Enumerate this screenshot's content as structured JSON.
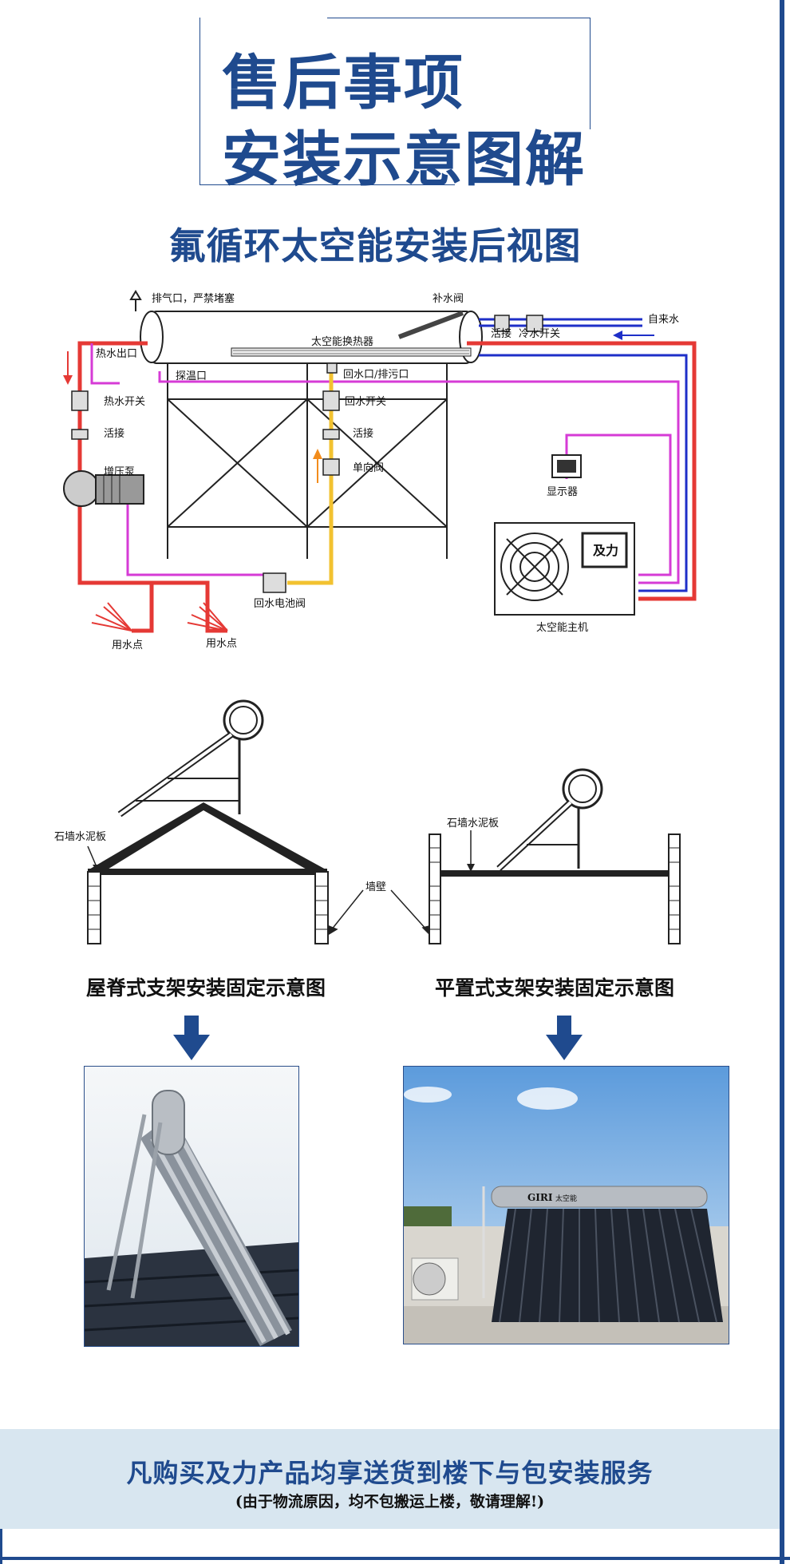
{
  "header": {
    "title_line1": "售后事项",
    "title_line2": "安装示意图解",
    "subtitle": "氟循环太空能安装后视图"
  },
  "diagram_labels": {
    "vent": "排气口，严禁堵塞",
    "hot_outlet": "热水出口",
    "temp_probe": "探温口",
    "hot_switch": "热水开关",
    "union1": "活接",
    "booster_pump": "增压泵",
    "exchanger": "太空能换热器",
    "return_drain": "回水口/排污口",
    "return_switch": "回水开关",
    "union2": "活接",
    "check_valve": "单向阀",
    "return_solenoid": "回水电池阀",
    "water_point1": "用水点",
    "water_point2": "用水点",
    "refill_valve": "补水阀",
    "union3": "活接",
    "cold_switch": "冷水开关",
    "tap_water": "自来水",
    "display": "显示器",
    "brand": "及力",
    "host": "太空能主机"
  },
  "install_labels": {
    "slate_left": "石墙水泥板",
    "slate_right": "石墙水泥板",
    "wall": "墙壁",
    "caption_ridge": "屋脊式支架安装固定示意图",
    "caption_flat": "平置式支架安装固定示意图"
  },
  "photo_labels": {
    "brand_badge": "GIRI",
    "brand_cn": "太空能"
  },
  "footer": {
    "main": "凡购买及力产品均享送货到楼下与包安装服务",
    "sub": "(由于物流原因，均不包搬运上楼，敬请理解!)"
  },
  "colors": {
    "brand_blue": "#1f4a8e",
    "hot_pipe": "#e53935",
    "cold_pipe": "#1e2fc8",
    "return_pipe": "#d63bd6",
    "warm_pipe": "#f2c230",
    "banner_bg": "#d8e6f0"
  }
}
